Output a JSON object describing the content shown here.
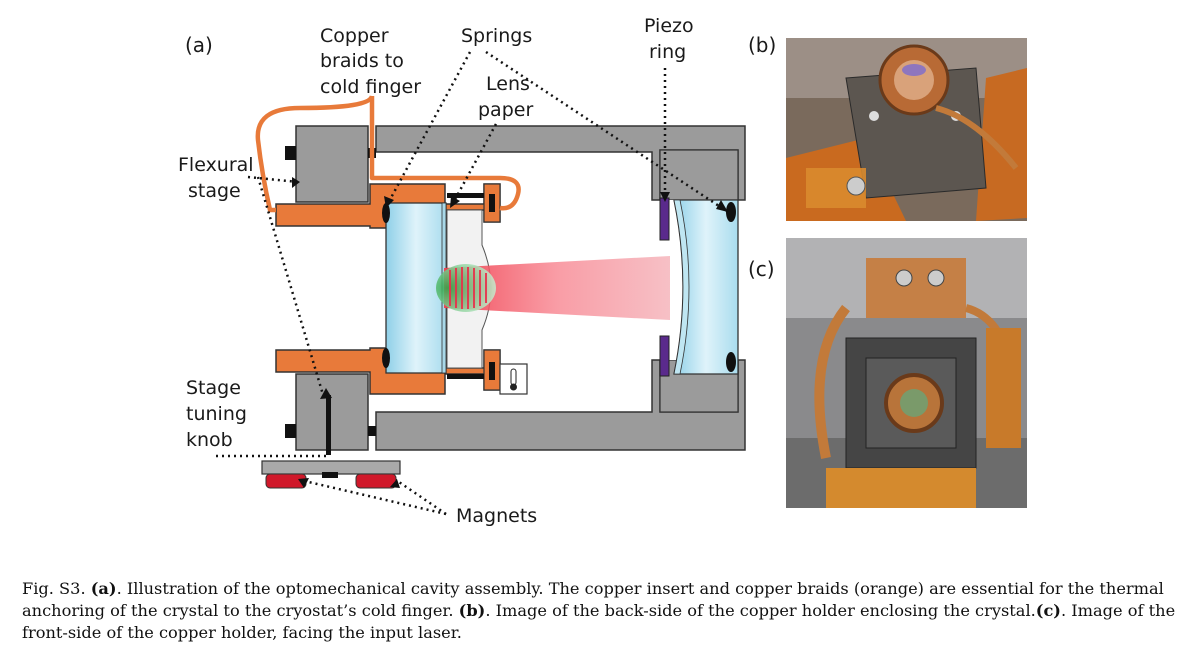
{
  "figure": {
    "panel_a": "(a)",
    "panel_b": "(b)",
    "panel_c": "(c)",
    "labels": {
      "copper_braids": [
        "Copper",
        "braids to",
        "cold finger"
      ],
      "springs": "Springs",
      "lens_paper": [
        "Lens",
        "paper"
      ],
      "piezo_ring": [
        "Piezo",
        "ring"
      ],
      "flexural_stage": [
        "Flexural",
        "stage"
      ],
      "stage_tuning_knob": [
        "Stage",
        "tuning",
        "knob"
      ],
      "magnets": "Magnets"
    },
    "colors": {
      "copper": "#e87a3a",
      "steel": "#9b9b9b",
      "crystal": "#bfe6f2",
      "laser": "#f25c6b",
      "piezo": "#5a2a8c",
      "magnet": "#d0182a"
    }
  },
  "caption": {
    "fig_label": "Fig. S3.",
    "a_tag": "(a)",
    "a_text": ". Illustration of the optomechanical cavity assembly. The copper insert and copper braids (orange) are essential for the thermal anchoring of the crystal to the cryostat’s cold finger.",
    "b_tag": "(b)",
    "b_text": ". Image of the back-side of the copper holder enclosing the crystal.",
    "c_tag": "(c)",
    "c_text": ". Image of the front-side of the copper holder, facing the input laser."
  }
}
